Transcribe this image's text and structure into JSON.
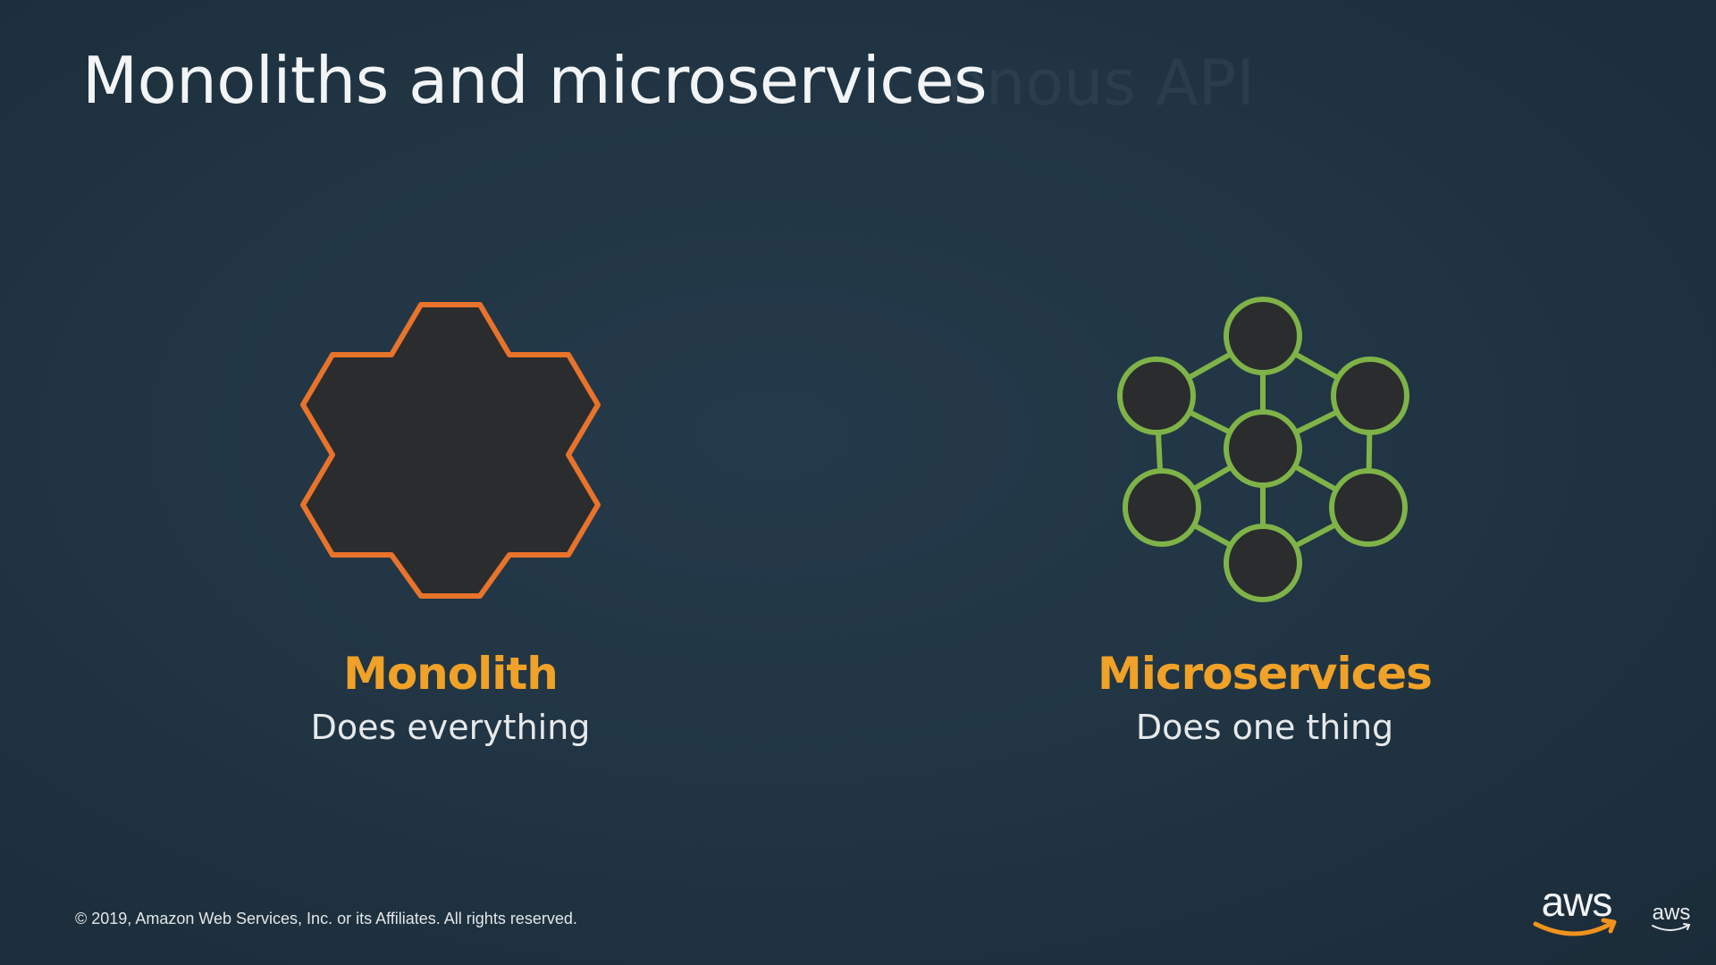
{
  "slide": {
    "title": "Monoliths and microservices",
    "ghost_text": "onous API",
    "left": {
      "label": "Monolith",
      "description": "Does everything",
      "icon": "monolith-hexagon-cluster-icon"
    },
    "right": {
      "label": "Microservices",
      "description": "Does one thing",
      "icon": "microservices-network-icon"
    },
    "footer": {
      "copyright": "© 2019, Amazon Web Services, Inc. or its Affiliates. All rights reserved.",
      "logo_text": "aws",
      "watermark_text": "aws"
    }
  },
  "colors": {
    "background": "#213544",
    "accent_orange": "#f0a127",
    "monolith_stroke": "#e8732a",
    "microservice_stroke": "#7fb348",
    "node_fill": "#2a2c2e",
    "text": "#f2f4f5"
  }
}
